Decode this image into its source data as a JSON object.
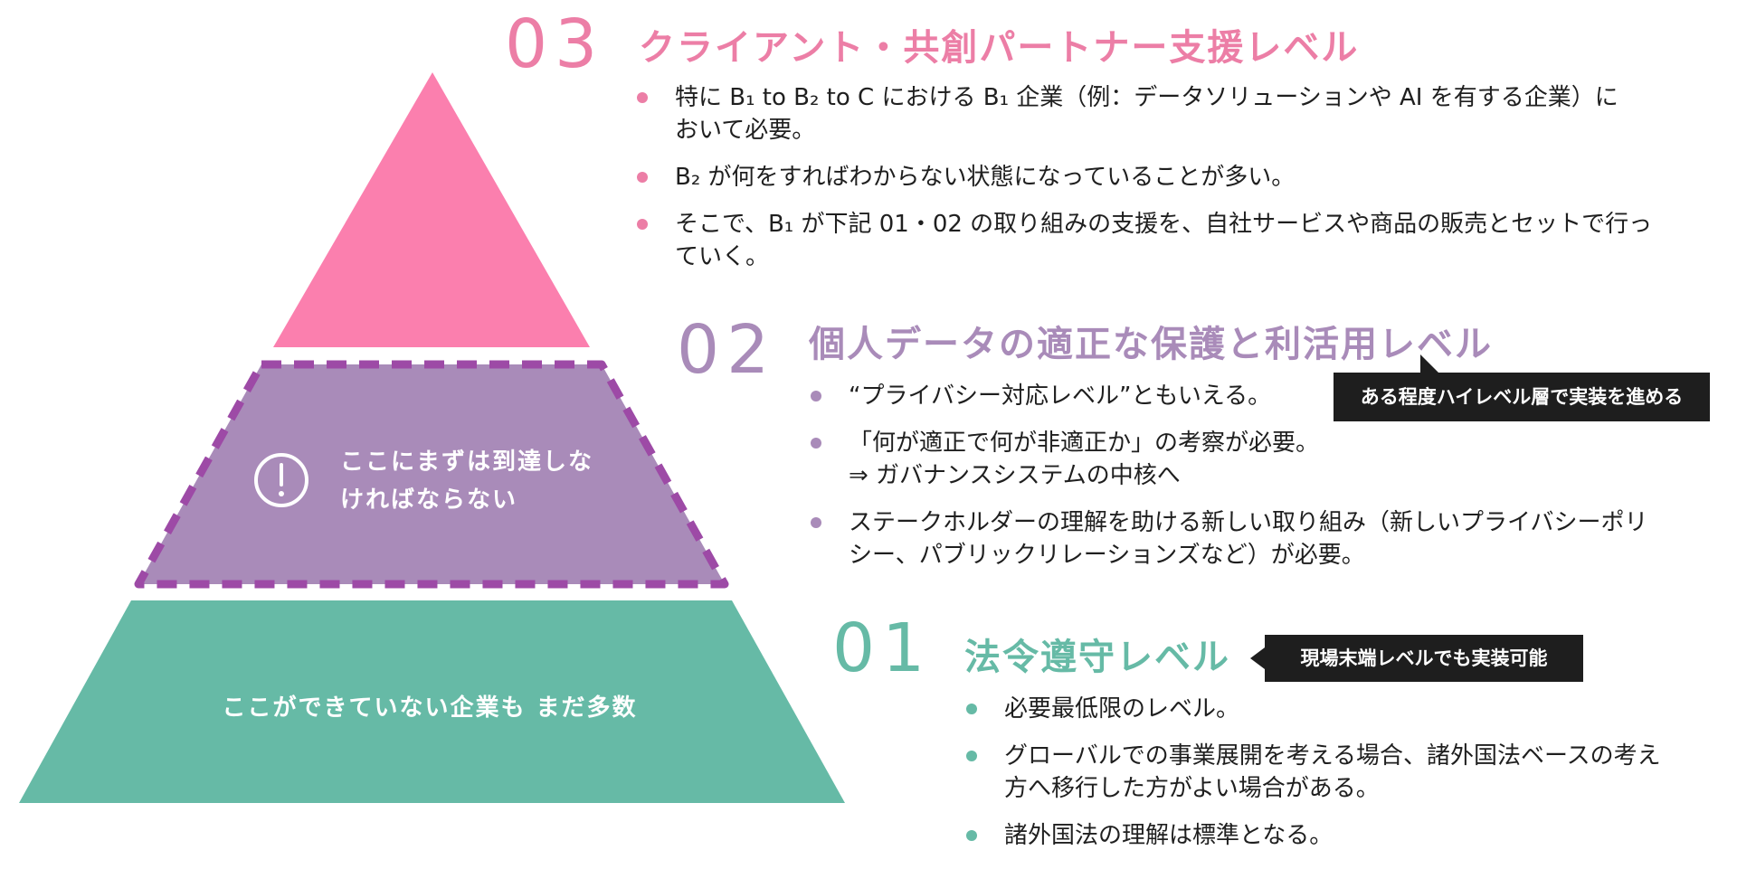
{
  "colors": {
    "tier03": "#fb7fae",
    "tier02": "#a98bb9",
    "tier02_dash": "#9d4aa6",
    "tier01": "#66baa6",
    "title03": "#ec7ea6",
    "title02": "#a98bb9",
    "title01": "#66baa6",
    "callout_bg": "#1e1e1e"
  },
  "pyramid": {
    "middle": {
      "icon": "exclamation-circle-icon",
      "label_line1": "ここにまずは到達しな",
      "label_line2": "ければならない"
    },
    "bottom": {
      "label": "ここができていない企業も まだ多数"
    }
  },
  "level03": {
    "number": "03",
    "title": "クライアント・共創パートナー支援レベル",
    "bullets": [
      {
        "line1": "特に B₁ to B₂ to C における B₁ 企業（例：データソリューションや AI を有する企業）に",
        "line2": "おいて必要。"
      },
      {
        "line1": "B₂ が何をすればわからない状態になっていることが多い。",
        "line2": ""
      },
      {
        "line1": "そこで、B₁ が下記 01・02 の取り組みの支援を、自社サービスや商品の販売とセットで行っ",
        "line2": "ていく。"
      }
    ]
  },
  "level02": {
    "number": "02",
    "title": "個人データの適正な保護と利活用レベル",
    "callout": "ある程度ハイレベル層で実装を進める",
    "bullets": [
      {
        "line1": "“プライバシー対応レベル”ともいえる。",
        "line2": ""
      },
      {
        "line1": "「何が適正で何が非適正か」の考察が必要。",
        "line2": "⇒ ガバナンスシステムの中核へ"
      },
      {
        "line1": "ステークホルダーの理解を助ける新しい取り組み（新しいプライバシーポリ",
        "line2": "シー、パブリックリレーションズなど）が必要。"
      }
    ]
  },
  "level01": {
    "number": "01",
    "title": "法令遵守レベル",
    "callout": "現場末端レベルでも実装可能",
    "bullets": [
      {
        "line1": "必要最低限のレベル。",
        "line2": ""
      },
      {
        "line1": "グローバルでの事業展開を考える場合、諸外国法ベースの考え",
        "line2": "方へ移行した方がよい場合がある。"
      },
      {
        "line1": "諸外国法の理解は標準となる。",
        "line2": ""
      }
    ]
  }
}
